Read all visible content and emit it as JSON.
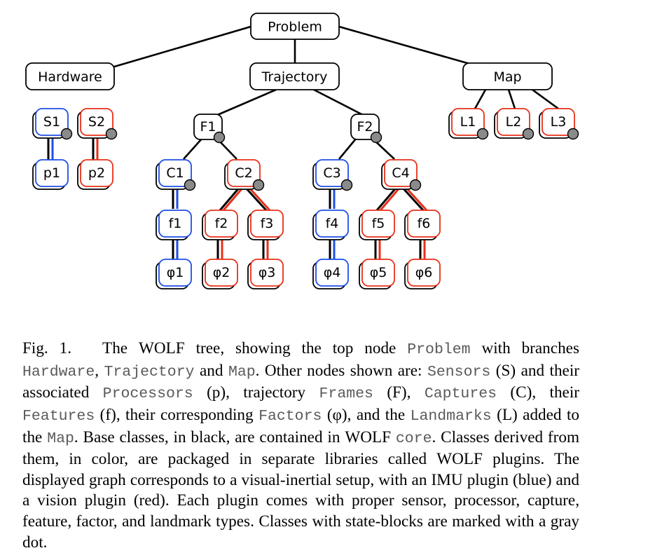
{
  "figure": {
    "nodes": {
      "problem": "Problem",
      "hardware": "Hardware",
      "trajectory": "Trajectory",
      "map": "Map",
      "s1": "S1",
      "s2": "S2",
      "p1": "p1",
      "p2": "p2",
      "F1": "F1",
      "F2": "F2",
      "c1": "C1",
      "c2": "C2",
      "c3": "C3",
      "c4": "C4",
      "f1": "f1",
      "f2": "f2",
      "f3": "f3",
      "f4": "f4",
      "f5": "f5",
      "f6": "f6",
      "phi1": "φ1",
      "phi2": "φ2",
      "phi3": "φ3",
      "phi4": "φ4",
      "phi5": "φ5",
      "phi6": "φ6",
      "l1": "L1",
      "l2": "L2",
      "l3": "L3"
    },
    "colors": {
      "blue": "#1f4ee6",
      "red": "#e8301a",
      "black": "#000000",
      "dot": "#8a8a8a"
    }
  },
  "caption": {
    "label": "Fig. 1.",
    "s01": "The ",
    "wolf1": "WOLF",
    "s02": " tree, showing the top node ",
    "m_problem": "Problem",
    "s03": " with branches ",
    "m_hardware": "Hardware",
    "s04": ", ",
    "m_trajectory": "Trajectory",
    "s05": " and ",
    "m_map": "Map",
    "s06": ". Other nodes shown are: ",
    "m_sensors": "Sensors",
    "s07": " (S) and their associated ",
    "m_processors": "Processors",
    "s08": " (p), trajectory ",
    "m_frames": "Frames",
    "s09": " (F), ",
    "m_captures": "Captures",
    "s10": " (C), their ",
    "m_features": "Features",
    "s11": " (f), their corresponding ",
    "m_factors": "Factors",
    "s12": " (φ), and the ",
    "m_landmarks": "Landmarks",
    "s13": " (L) added to the ",
    "m_map2": "Map",
    "s14": ". Base classes, in black, are contained in ",
    "wolf2": "WOLF",
    "s15": " ",
    "m_core": "core",
    "s16": ". Classes derived from them, in color, are packaged in separate libraries called ",
    "wolf3": "WOLF",
    "s17": " plugins. The displayed graph corresponds to a visual-inertial setup, with an IMU plugin (blue) and a vision plugin (red). Each plugin comes with proper sensor, processor, capture, feature, factor, and landmark types. Classes with state-blocks are marked with a gray dot."
  }
}
